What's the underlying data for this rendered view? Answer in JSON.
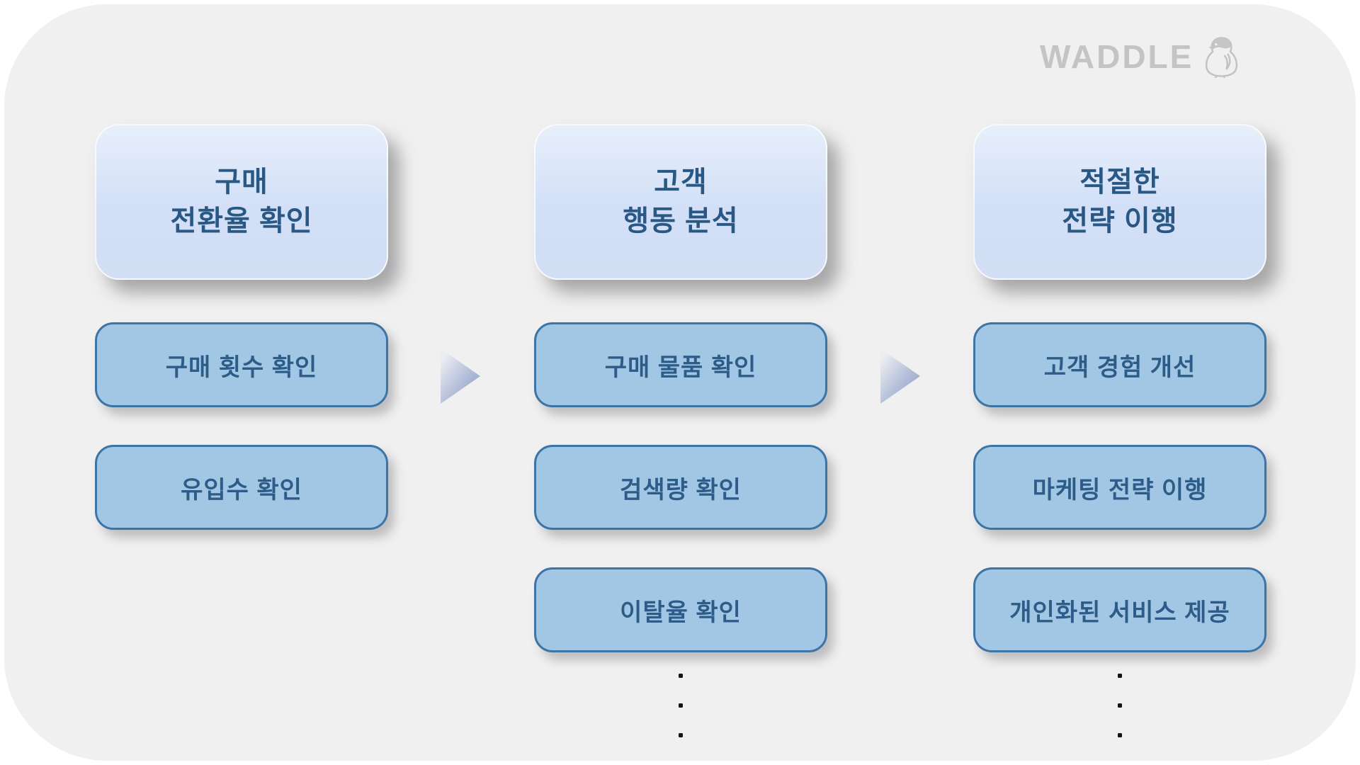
{
  "brand": {
    "name": "WADDLE",
    "icon": "penguin-icon",
    "color": "#c4c4c6"
  },
  "columns": [
    {
      "header": {
        "line1": "구매",
        "line2": "전환율 확인"
      },
      "items": [
        "구매 횟수 확인",
        "유입수 확인"
      ],
      "has_ellipsis": false
    },
    {
      "header": {
        "line1": "고객",
        "line2": "행동 분석"
      },
      "items": [
        "구매 물품 확인",
        "검색량 확인",
        "이탈율 확인"
      ],
      "has_ellipsis": true
    },
    {
      "header": {
        "line1": "적절한",
        "line2": "전략 이행"
      },
      "items": [
        "고객 경험 개선",
        "마케팅 전략 이행",
        "개인화된 서비스 제공"
      ],
      "has_ellipsis": true
    }
  ],
  "arrows": 2,
  "colors": {
    "card_background": "#f0f0f1",
    "header_box_gradient_top": "#e7effb",
    "header_box_gradient_bottom": "#d2def3",
    "item_box_fill": "#a2c7e5",
    "item_box_border": "#3d74a6",
    "text_blue": "#2a5884",
    "logo_gray": "#c4c4c6",
    "arrow_gradient_light": "#ebedf1",
    "arrow_gradient_dark": "#8fa0c6"
  }
}
